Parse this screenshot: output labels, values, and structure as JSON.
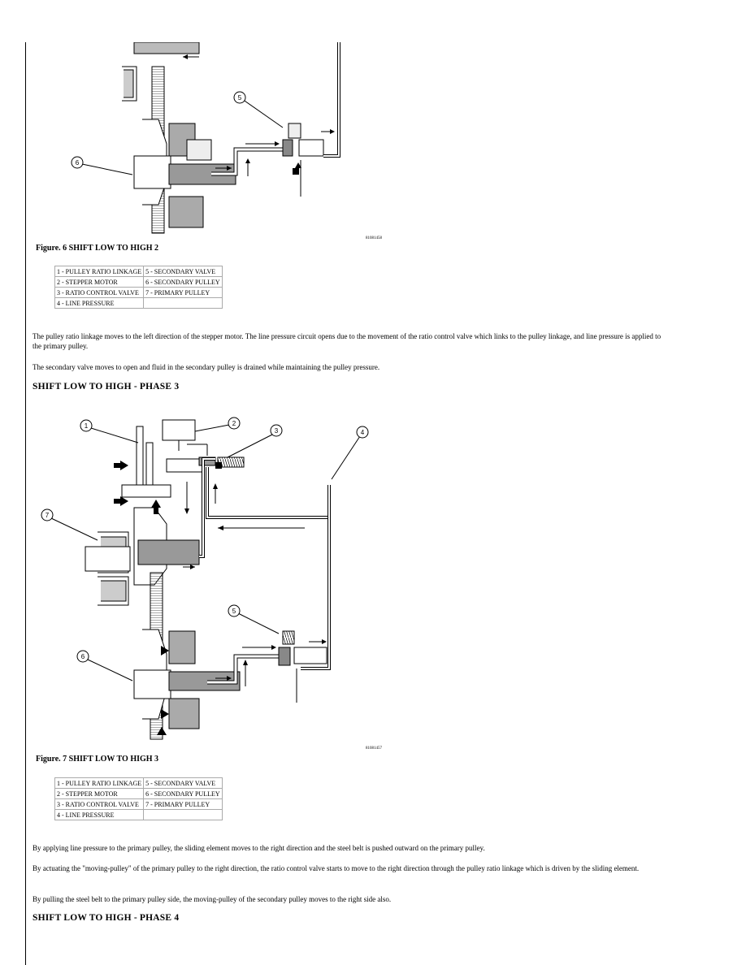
{
  "figure6": {
    "caption": "Figure. 6 SHIFT LOW TO HIGH 2",
    "code": "81081458",
    "callouts": [
      "5",
      "6"
    ]
  },
  "legend6": {
    "rows": [
      [
        "1 - PULLEY RATIO LINKAGE",
        "5 - SECONDARY VALVE"
      ],
      [
        "2 - STEPPER MOTOR",
        "6 - SECONDARY PULLEY"
      ],
      [
        "3 - RATIO CONTROL VALVE",
        "7 - PRIMARY PULLEY"
      ],
      [
        "4 - LINE PRESSURE",
        ""
      ]
    ]
  },
  "text6": {
    "p1": "The pulley ratio linkage moves to the left direction of the stepper motor. The line pressure circuit opens due to the movement of the ratio control valve which links to the pulley linkage, and line pressure is applied to the primary pulley.",
    "p2": "The secondary valve moves to open and fluid in the secondary pulley is drained while maintaining the pulley pressure."
  },
  "heading_phase3": "SHIFT LOW TO HIGH - PHASE 3",
  "figure7": {
    "caption": "Figure. 7 SHIFT LOW TO HIGH 3",
    "code": "81081457",
    "callouts": [
      "1",
      "2",
      "3",
      "4",
      "7",
      "5",
      "6"
    ]
  },
  "legend7": {
    "rows": [
      [
        "1 - PULLEY RATIO LINKAGE",
        "5 - SECONDARY VALVE"
      ],
      [
        "2 - STEPPER MOTOR",
        "6 - SECONDARY PULLEY"
      ],
      [
        "3 - RATIO CONTROL VALVE",
        "7 - PRIMARY PULLEY"
      ],
      [
        "4 - LINE PRESSURE",
        ""
      ]
    ]
  },
  "text7": {
    "p1": "By applying line pressure to the primary pulley, the sliding element moves to the right direction and the steel belt is pushed outward on the primary pulley.",
    "p2": "By actuating the \"moving-pulley\" of the primary pulley to the right direction, the ratio control valve starts to move to the right direction through the pulley ratio linkage which is driven by the sliding element.",
    "p3": "By pulling the steel belt to the primary pulley side, the moving-pulley of the secondary pulley moves to the right side also."
  },
  "heading_phase4": "SHIFT LOW TO HIGH - PHASE 4"
}
